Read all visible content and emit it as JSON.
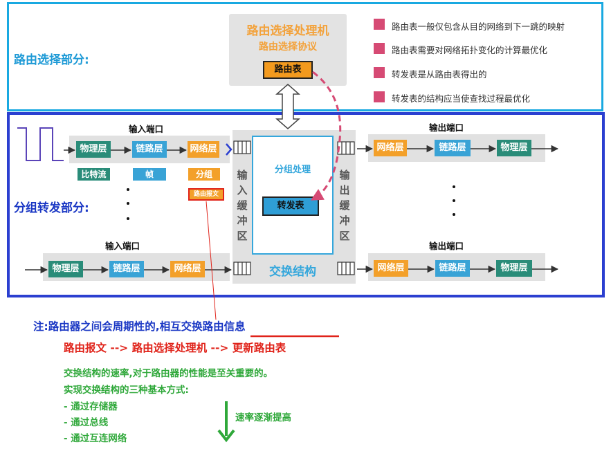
{
  "routing_section": {
    "label": "路由选择部分:",
    "processor_title": "路由选择处理机",
    "protocol_label": "路由选择协议",
    "routing_table_label": "路由表",
    "bullets": [
      "路由表一般仅包含从目的网络到下一跳的映射",
      "路由表需要对网络拓扑变化的计算最优化",
      "转发表是从路由表得出的",
      "转发表的结构应当使查找过程最优化"
    ]
  },
  "forwarding_section": {
    "label": "分组转发部分:",
    "input_port_label": "输入端口",
    "output_port_label": "输出端口",
    "layers": {
      "physical": "物理层",
      "link": "链路层",
      "network": "网络层"
    },
    "tags": {
      "bitstream": "比特流",
      "frame": "帧",
      "packet": "分组",
      "routing_message": "路由报文"
    },
    "input_buffer_chars": [
      "输",
      "入",
      "缓",
      "冲",
      "区"
    ],
    "output_buffer_chars": [
      "输",
      "出",
      "缓",
      "冲",
      "区"
    ],
    "packet_processing_label": "分组处理",
    "forwarding_table_label": "转发表",
    "switch_fabric_label": "交换结构"
  },
  "notes": {
    "line1_prefix": "注:路由器之间会周期性的,相互",
    "line1_highlight": "交换路由信息",
    "line2": "路由报文 --> 路由选择处理机 --> 更新路由表",
    "green_lines": [
      "交换结构的速率,对于路由器的性能是至关重要的。",
      "实现交换结构的三种基本方式:",
      "- 通过存储器",
      "- 通过总线",
      "- 通过互连网络"
    ],
    "speed_label": "速率逐渐提高"
  },
  "colors": {
    "routing_frame": "#19a9e1",
    "forwarding_frame": "#2b3fd0",
    "physical_layer": "#2a8c79",
    "link_layer": "#39a3d6",
    "network_layer": "#f3a02a",
    "bullet": "#d64a74",
    "note_red": "#e0231a",
    "note_green": "#2fa83a"
  }
}
